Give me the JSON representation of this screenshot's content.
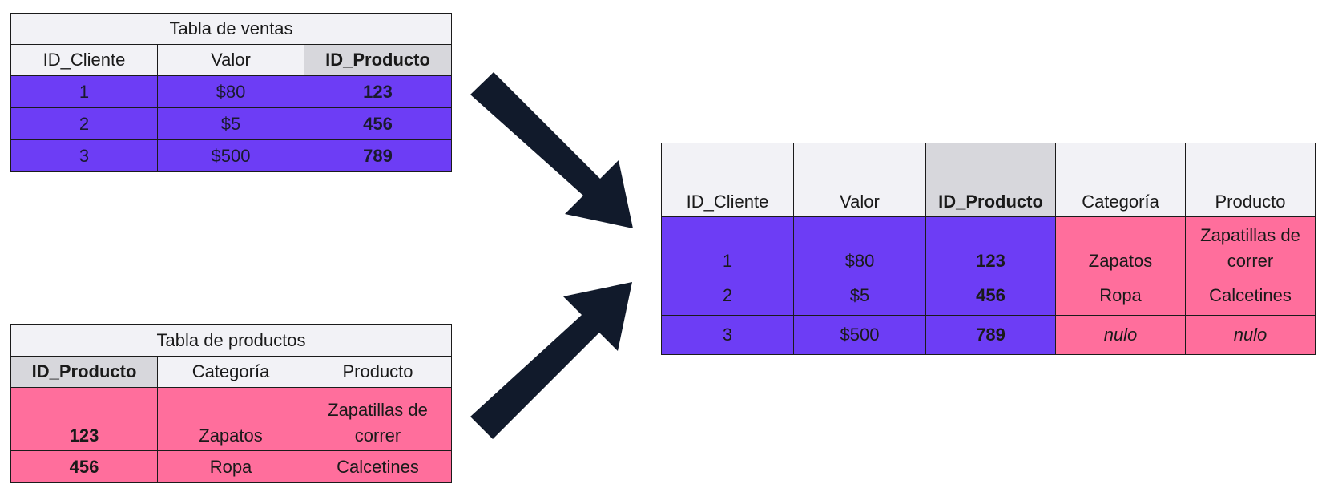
{
  "ventas": {
    "title": "Tabla de ventas",
    "headers": [
      "ID_Cliente",
      "Valor",
      "ID_Producto"
    ],
    "rows": [
      [
        "1",
        "$80",
        "123"
      ],
      [
        "2",
        "$5",
        "456"
      ],
      [
        "3",
        "$500",
        "789"
      ]
    ]
  },
  "productos": {
    "title": "Tabla de productos",
    "headers": [
      "ID_Producto",
      "Categoría",
      "Producto"
    ],
    "rows": [
      [
        "123",
        "Zapatos",
        "Zapatillas de correr"
      ],
      [
        "456",
        "Ropa",
        "Calcetines"
      ]
    ]
  },
  "result": {
    "headers": [
      "ID_Cliente",
      "Valor",
      "ID_Producto",
      "Categoría",
      "Producto"
    ],
    "rows": [
      [
        "1",
        "$80",
        "123",
        "Zapatos",
        "Zapatillas de correr"
      ],
      [
        "2",
        "$5",
        "456",
        "Ropa",
        "Calcetines"
      ],
      [
        "3",
        "$500",
        "789",
        "nulo",
        "nulo"
      ]
    ]
  },
  "colors": {
    "purple": "#6d3df5",
    "pink": "#ff6e9c",
    "header": "#f2f2f6",
    "key_header": "#d7d7dc",
    "arrow": "#111a2b"
  }
}
